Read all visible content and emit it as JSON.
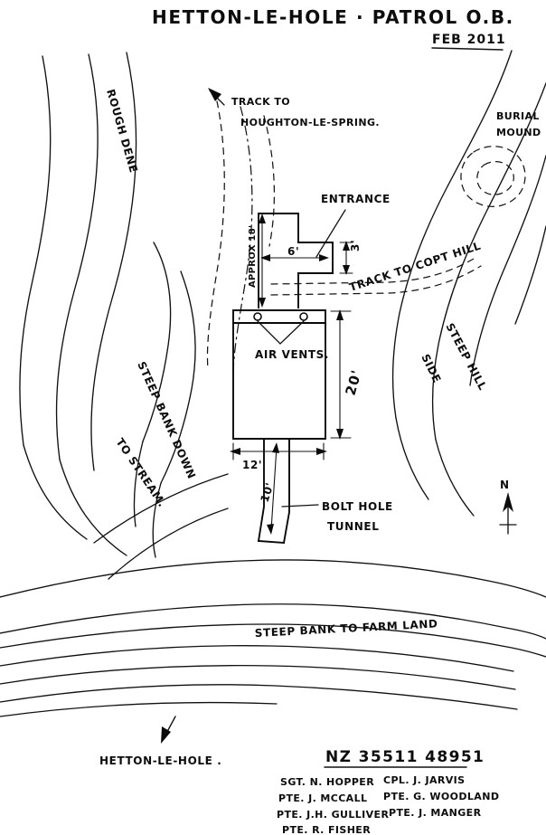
{
  "document": {
    "title": "HETTON-LE-HOLE · PATROL O.B.",
    "date": "FEB 2011",
    "grid_reference": "NZ 35511 48951",
    "bottom_place_label": "HETTON-LE-HOLE ."
  },
  "map_labels": {
    "rough_dene": "ROUGH DENE",
    "track_to_houghton_line1": "TRACK TO",
    "track_to_houghton_line2": "HOUGHTON-LE-SPRING.",
    "burial_mound_line1": "BURIAL",
    "burial_mound_line2": "MOUND",
    "track_to_copt_hill": "TRACK TO COPT HILL",
    "steep_hill": "STEEP HILL",
    "side": "SIDE",
    "steep_bank_down": "STEEP BANK DOWN",
    "to_stream": "TO STREAM.",
    "steep_bank_to_farm_land": "STEEP BANK TO FARM LAND",
    "north": "N"
  },
  "structure": {
    "entrance": "ENTRANCE",
    "air_vents": "AIR VENTS.",
    "bolt_hole_line1": "BOLT HOLE",
    "bolt_hole_line2": "TUNNEL",
    "dim_approx_18": "APPROX 18'",
    "dim_6": "6'",
    "dim_3": "3'",
    "dim_20": "20'",
    "dim_12": "12'",
    "dim_10": "10'"
  },
  "roster": {
    "rows": [
      {
        "left": "SGT. N. HOPPER",
        "right": "CPL. J. JARVIS"
      },
      {
        "left": "PTE. J. McCALL",
        "right": "PTE. G. WOODLAND"
      },
      {
        "left": "PTE. J.H. GULLIVER",
        "right": "PTE. J. MANGER"
      },
      {
        "left": "PTE. R. FISHER",
        "right": ""
      }
    ]
  },
  "colors": {
    "ink": "#111111",
    "paper": "#ffffff"
  }
}
